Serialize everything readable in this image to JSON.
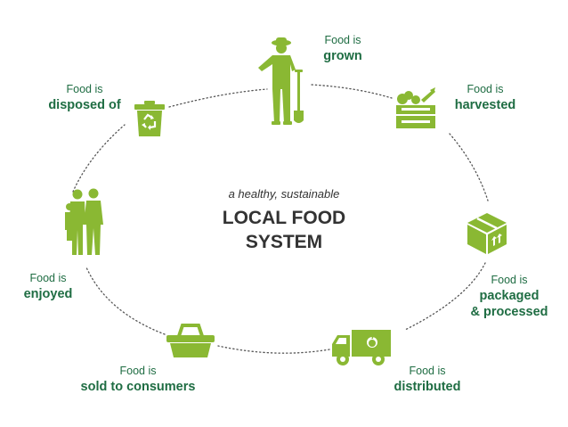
{
  "center": {
    "subtitle": "a healthy, sustainable",
    "title_line1": "LOCAL FOOD",
    "title_line2": "SYSTEM"
  },
  "stages": [
    {
      "id": "grown",
      "prefix": "Food is",
      "name": "grown",
      "icon": "farmer-with-shovel-icon"
    },
    {
      "id": "harvested",
      "prefix": "Food is",
      "name": "harvested",
      "icon": "crate-of-vegetables-icon"
    },
    {
      "id": "packaged",
      "prefix": "Food is",
      "name_line1": "packaged",
      "name_line2": "& processed",
      "icon": "package-box-icon"
    },
    {
      "id": "distributed",
      "prefix": "Food is",
      "name": "distributed",
      "icon": "delivery-truck-icon"
    },
    {
      "id": "sold",
      "prefix": "Food is",
      "name": "sold to consumers",
      "icon": "shopping-basket-icon"
    },
    {
      "id": "enjoyed",
      "prefix": "Food is",
      "name": "enjoyed",
      "icon": "family-icon"
    },
    {
      "id": "disposed",
      "prefix": "Food is",
      "name": "disposed of",
      "icon": "recycle-bin-icon"
    }
  ],
  "colors": {
    "icon_green": "#8ab833",
    "label_green": "#1f6d43",
    "center_text": "#333333",
    "ring_dots": "#555555"
  }
}
